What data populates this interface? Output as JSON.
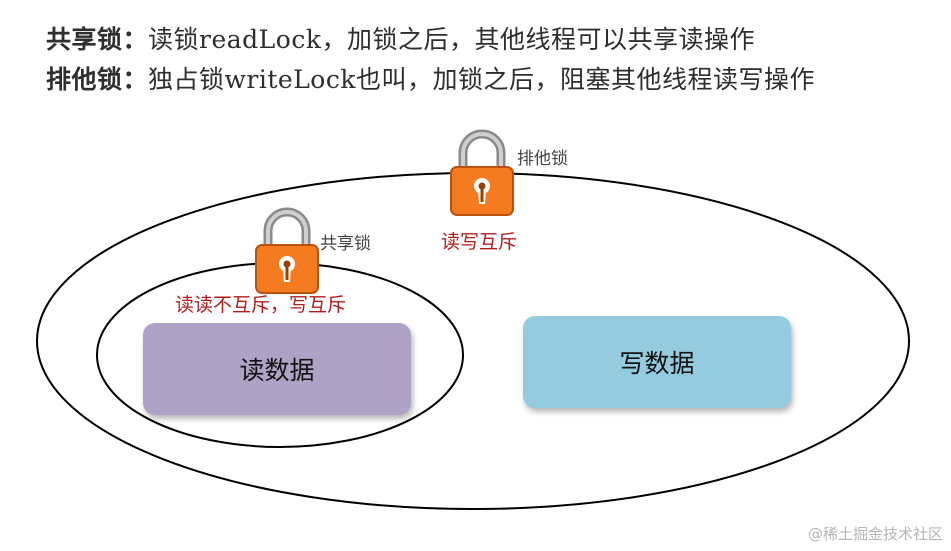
{
  "header": {
    "line1": {
      "term": "共享锁：",
      "desc": "读锁readLock，加锁之后，其他线程可以共享读操作"
    },
    "line2": {
      "term": "排他锁：",
      "desc": "独占锁writeLock也叫，加锁之后，阻塞其他线程读写操作"
    }
  },
  "diagram": {
    "exclusive_lock": {
      "label": "排他锁",
      "note": "读写互斥",
      "icon": "padlock-icon"
    },
    "shared_lock": {
      "label": "共享锁",
      "note": "读读不互斥，写互斥",
      "icon": "padlock-icon"
    },
    "read_data": {
      "label": "读数据",
      "color": "#b0a2c6"
    },
    "write_data": {
      "label": "写数据",
      "color": "#94cbdf"
    },
    "lock_color": "#f47b20"
  },
  "watermark": "@稀土掘金技术社区"
}
